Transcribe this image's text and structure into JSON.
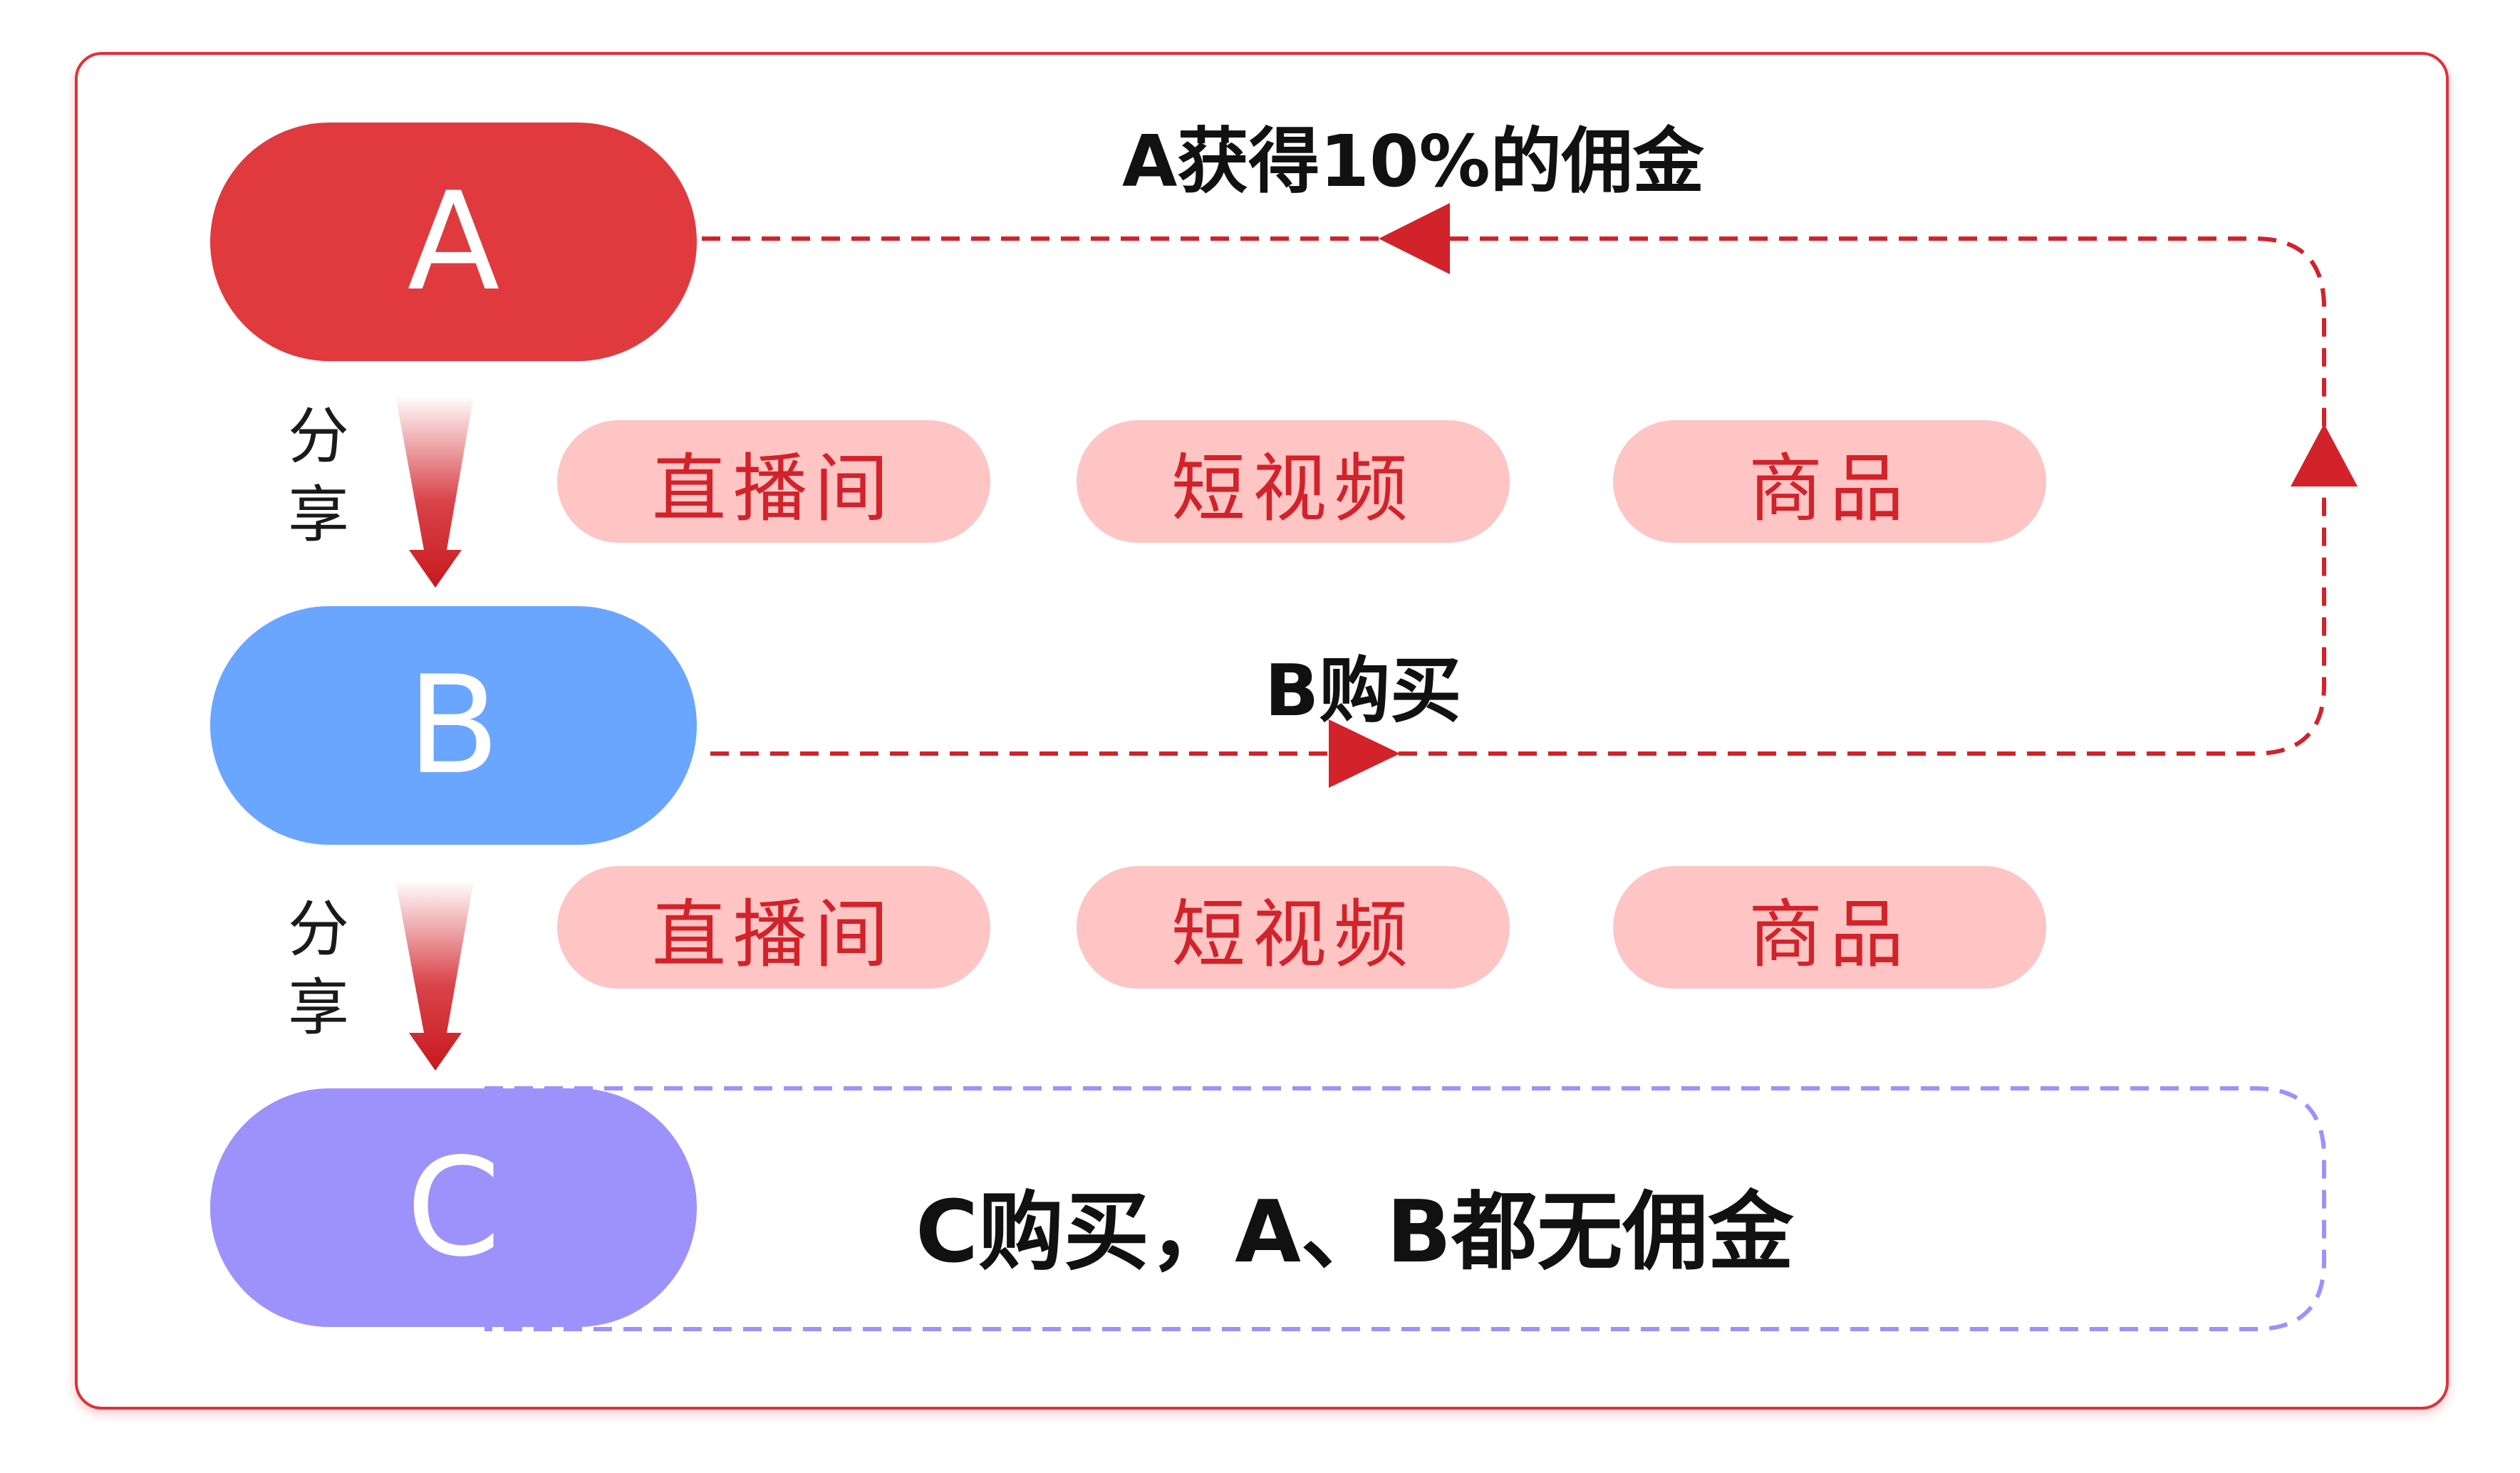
{
  "nodes": {
    "a": "A",
    "b": "B",
    "c": "C"
  },
  "share_label": "分享",
  "channels": [
    "直播间",
    "短视频",
    "商品"
  ],
  "labels": {
    "a_commission": "A获得10%的佣金",
    "b_buy": "B购买",
    "c_buy": "C购买，A、B都无佣金"
  },
  "colors": {
    "frame": "#e0303a",
    "node_a": "#e03a3e",
    "node_b": "#6aa5ff",
    "node_c": "#9d91fb",
    "pill_bg": "#ffc4c4",
    "pill_text": "#d2222a",
    "red_path": "#d2222a",
    "purple_path": "#9d91fb"
  }
}
